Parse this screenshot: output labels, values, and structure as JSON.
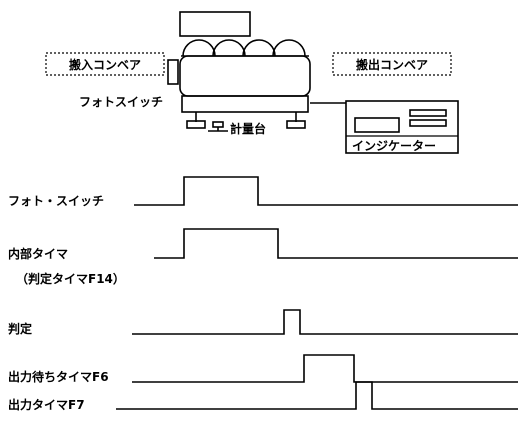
{
  "apparatus": {
    "infeed_conveyor": "搬入コンベア",
    "outfeed_conveyor": "搬出コンベア",
    "photo_switch": "フォトスイッチ",
    "weighing_table": "計量台",
    "indicator": "インジケーター"
  },
  "timing": {
    "signals": [
      {
        "label": "フォト・スイッチ",
        "sublabel": ""
      },
      {
        "label": "内部タイマ",
        "sublabel": "（判定タイマF14）"
      },
      {
        "label": "判定",
        "sublabel": ""
      },
      {
        "label": "出力待ちタイマF6",
        "sublabel": ""
      },
      {
        "label": "出力タイマF7",
        "sublabel": ""
      }
    ]
  }
}
